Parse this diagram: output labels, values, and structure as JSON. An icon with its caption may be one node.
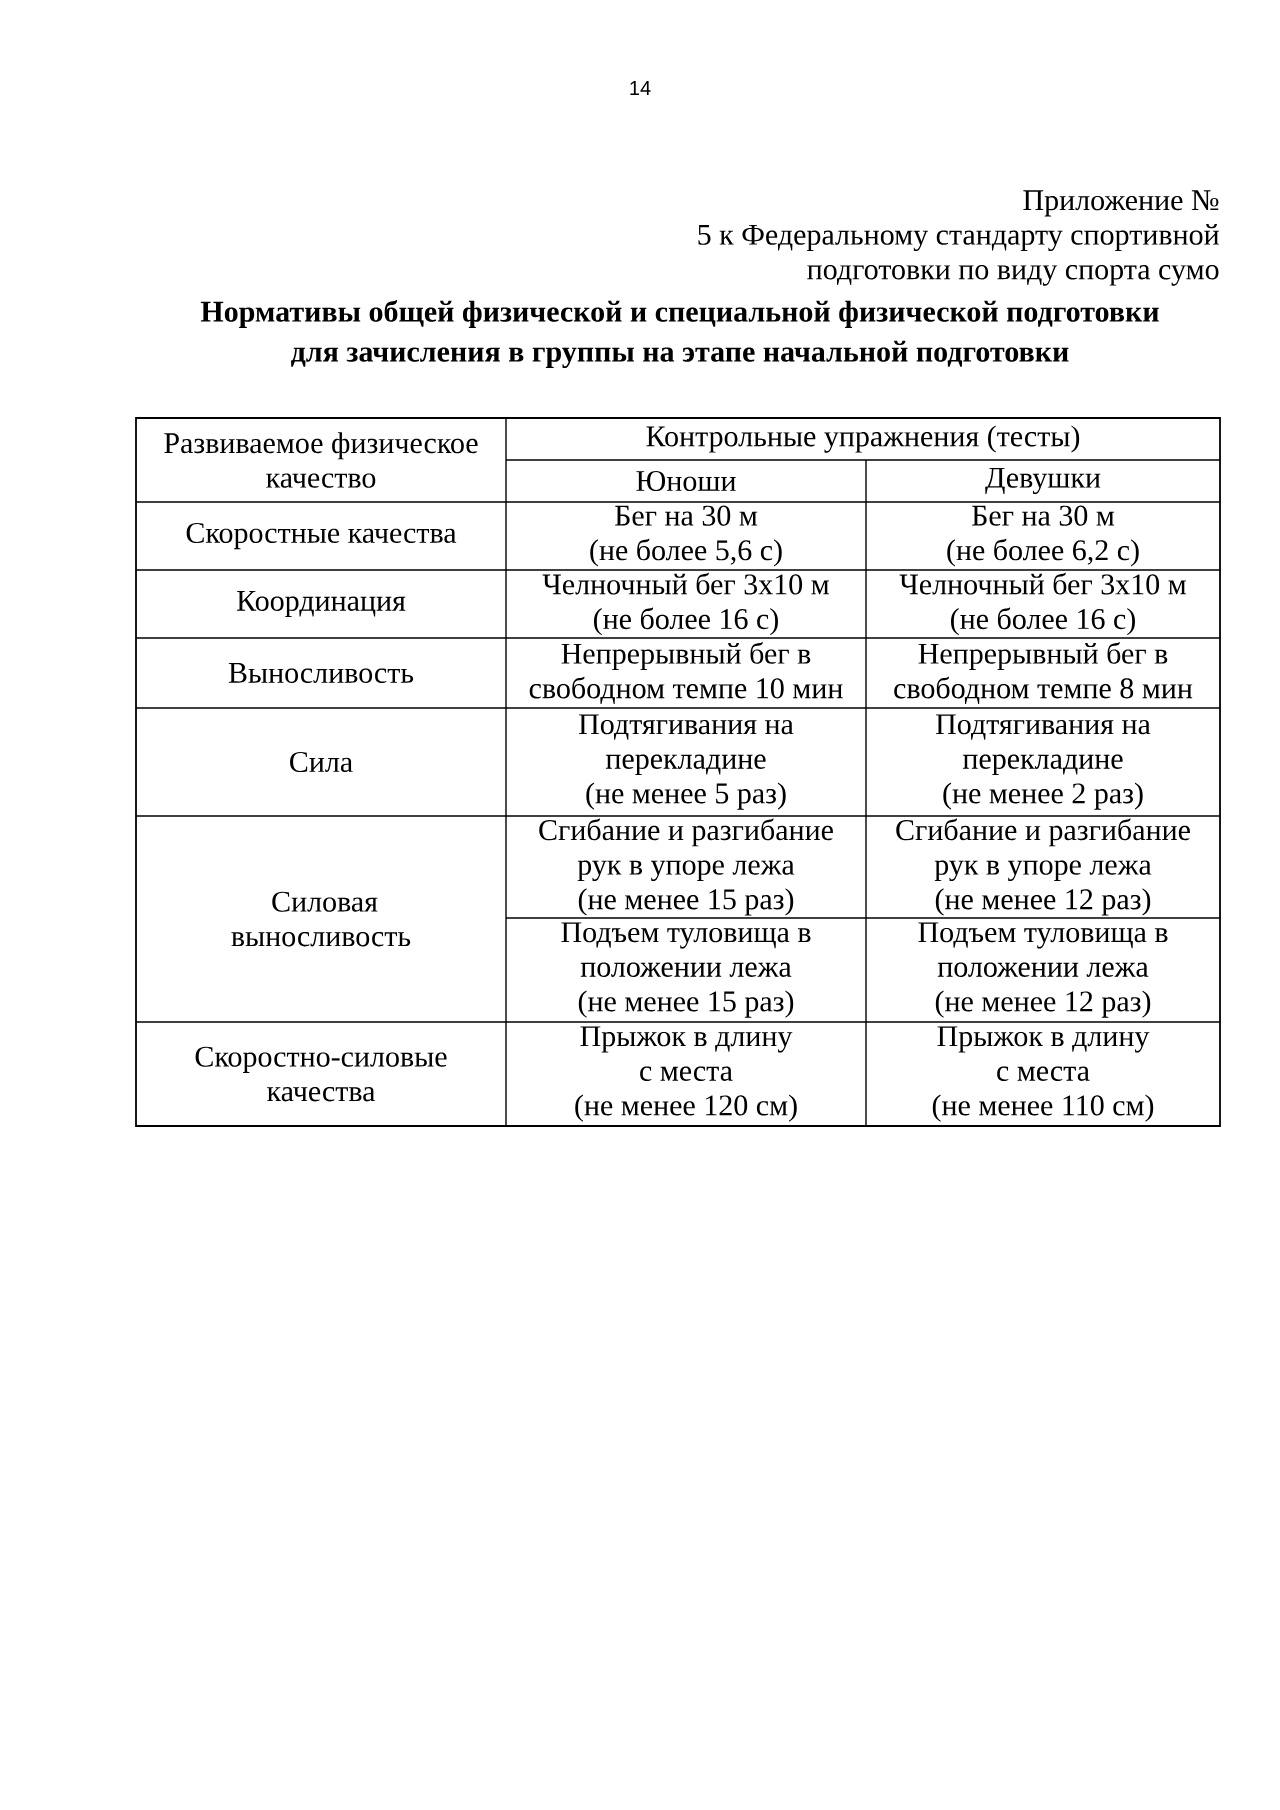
{
  "diagram": {
    "title": "Нормативы общей физической и специальной физической подготовки для зачисления в группы на этапе начальной подготовки",
    "labels": [
      "14",
      "Приложение № 5 к Федеральному стандарту спортивной подготовки по виду спорта сумо",
      "Развиваемое физическое качество",
      "Контрольные упражнения (тесты)",
      "Юноши",
      "Девушки",
      "Скоростные качества",
      "Бег на 30 м (не более 5,6 с)",
      "Бег на 30 м (не более 6,2 с)",
      "Координация",
      "Челночный бег 3х10 м (не более 16 с)",
      "Челночный бег 3х10 м (не более 16 с)",
      "Выносливость",
      "Непрерывный бег в свободном темпе 10 мин",
      "Непрерывный бег в свободном темпе 8 мин",
      "Сила",
      "Подтягивания на перекладине (не менее 5 раз)",
      "Подтягивания на перекладине (не менее 2 раз)",
      "Силовая выносливость",
      "Сгибание и разгибание рук в упоре лежа (не менее 15 раз)",
      "Сгибание и разгибание рук в упоре лежа (не менее 12 раз)",
      "Подъем туловища в положении лежа (не менее 15 раз)",
      "Подъем туловища в положении лежа (не менее 12 раз)",
      "Скоростно-силовые качества",
      "Прыжок в длину с места (не менее 120 см)",
      "Прыжок в длину с места (не менее 110 см)"
    ]
  }
}
